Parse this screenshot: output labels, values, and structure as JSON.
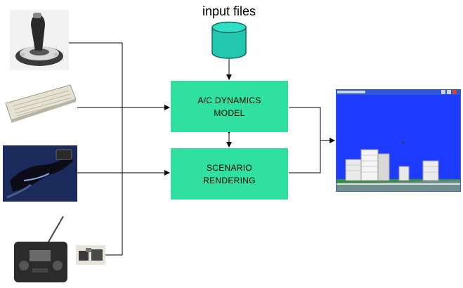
{
  "input_label": "input files",
  "boxes": {
    "dynamics_line1": "A/C DYNAMICS",
    "dynamics_line2": "MODEL",
    "rendering_line1": "SCENARIO",
    "rendering_line2": "RENDERING"
  },
  "colors": {
    "box": "#2fe0a0",
    "database": "#22c7b0",
    "sky": "#1e3cff",
    "ground": "#3a8f3a",
    "window_titlebar": "#2a58d8"
  },
  "icons": [
    "joystick-icon",
    "keyboard-icon",
    "data-glove-icon",
    "rc-transmitter-icon",
    "servo-icon",
    "database-icon",
    "simulation-window-icon"
  ]
}
